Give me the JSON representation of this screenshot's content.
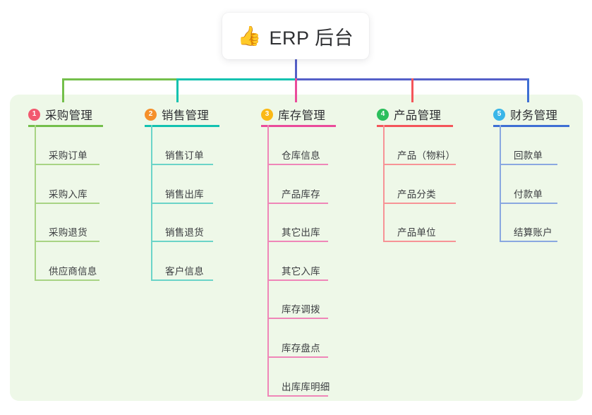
{
  "root": {
    "icon": "thumbs-up-icon",
    "emoji": "👍",
    "label": "ERP 后台"
  },
  "palette": {
    "background": "#ffffff",
    "panel": "#eef8e8",
    "root_box": "#ffffff",
    "root_stem": "#5560c8",
    "trunk_green": "#74bf4b",
    "trunk_teal": "#12c2b0",
    "trunk_blue": "#5560c8"
  },
  "branches": [
    {
      "index": "1",
      "title": "采购管理",
      "badge_color": "#f2596f",
      "line_color": "#74bf4b",
      "leaf_line_color": "#a8d484",
      "items": [
        {
          "label": "采购订单"
        },
        {
          "label": "采购入库"
        },
        {
          "label": "采购退货"
        },
        {
          "label": "供应商信息"
        }
      ]
    },
    {
      "index": "2",
      "title": "销售管理",
      "badge_color": "#f5902b",
      "line_color": "#12c2b0",
      "leaf_line_color": "#6bd4c8",
      "items": [
        {
          "label": "销售订单"
        },
        {
          "label": "销售出库"
        },
        {
          "label": "销售退货"
        },
        {
          "label": "客户信息"
        }
      ]
    },
    {
      "index": "3",
      "title": "库存管理",
      "badge_color": "#fbb916",
      "line_color": "#ea4b9b",
      "leaf_line_color": "#ef86b8",
      "items": [
        {
          "label": "仓库信息"
        },
        {
          "label": "产品库存"
        },
        {
          "label": "其它出库"
        },
        {
          "label": "其它入库"
        },
        {
          "label": "库存调拨"
        },
        {
          "label": "库存盘点"
        },
        {
          "label": "出库库明细"
        }
      ]
    },
    {
      "index": "4",
      "title": "产品管理",
      "badge_color": "#2cbf5c",
      "line_color": "#f4555a",
      "leaf_line_color": "#f79396",
      "items": [
        {
          "label": "产品（物料）"
        },
        {
          "label": "产品分类"
        },
        {
          "label": "产品单位"
        }
      ]
    },
    {
      "index": "5",
      "title": "财务管理",
      "badge_color": "#3ab6e8",
      "line_color": "#3e6fd4",
      "leaf_line_color": "#8aa8e0",
      "items": [
        {
          "label": "回款单"
        },
        {
          "label": "付款单"
        },
        {
          "label": "结算账户"
        }
      ]
    }
  ]
}
